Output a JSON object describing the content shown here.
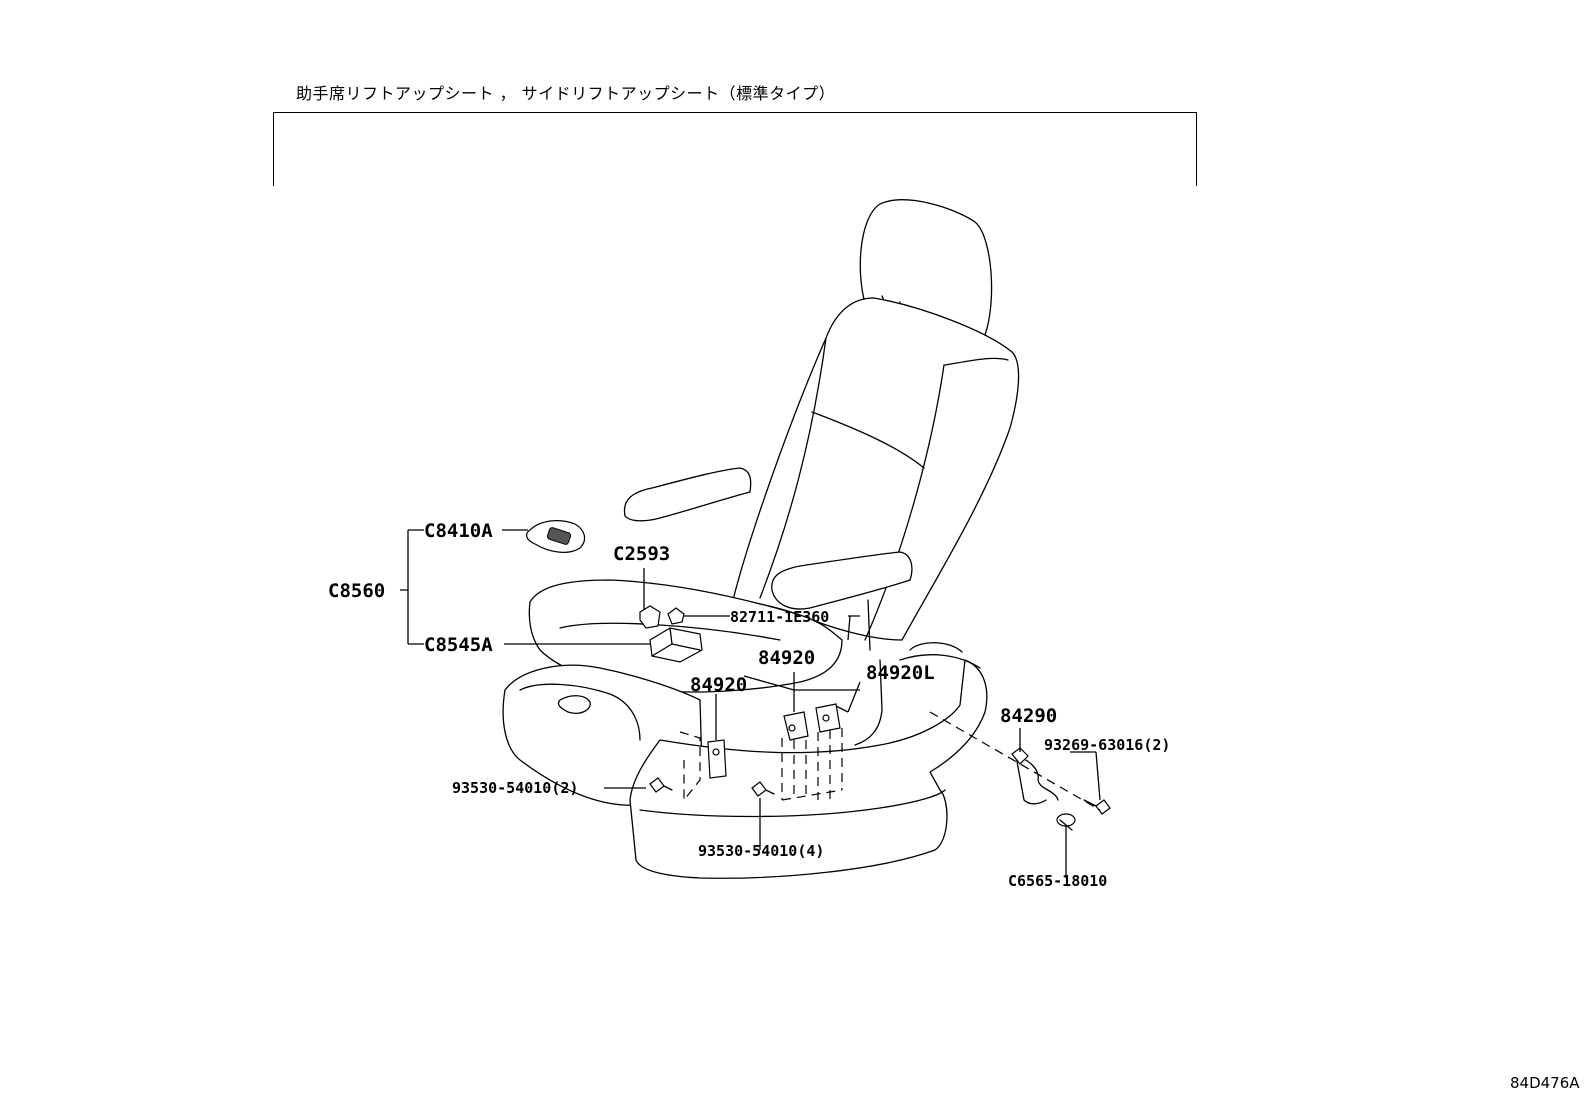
{
  "title": "助手席リフトアップシート ， サイドリフトアップシート（標準タイプ）",
  "diagram_id": "84D476A",
  "callouts": {
    "c8410a": "C8410A",
    "c8560": "C8560",
    "c8545a": "C8545A",
    "c2593": "C2593",
    "p82711": "82711-1E360",
    "p84920_upper": "84920",
    "p84920l": "84920L",
    "p84920_lower": "84920",
    "p84290": "84290",
    "p93269": "93269-63016(2)",
    "p93530_left": "93530-54010(2)",
    "p93530_center": "93530-54010(4)",
    "c6565": "C6565-18010"
  }
}
